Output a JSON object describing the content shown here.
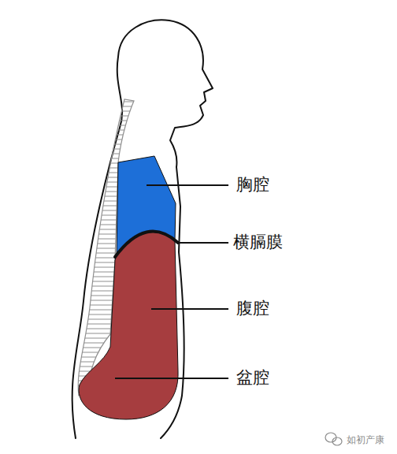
{
  "diagram": {
    "labels": [
      "胸腔",
      "横膈膜",
      "腹腔",
      "盆腔",
      "如初产康"
    ]
  }
}
